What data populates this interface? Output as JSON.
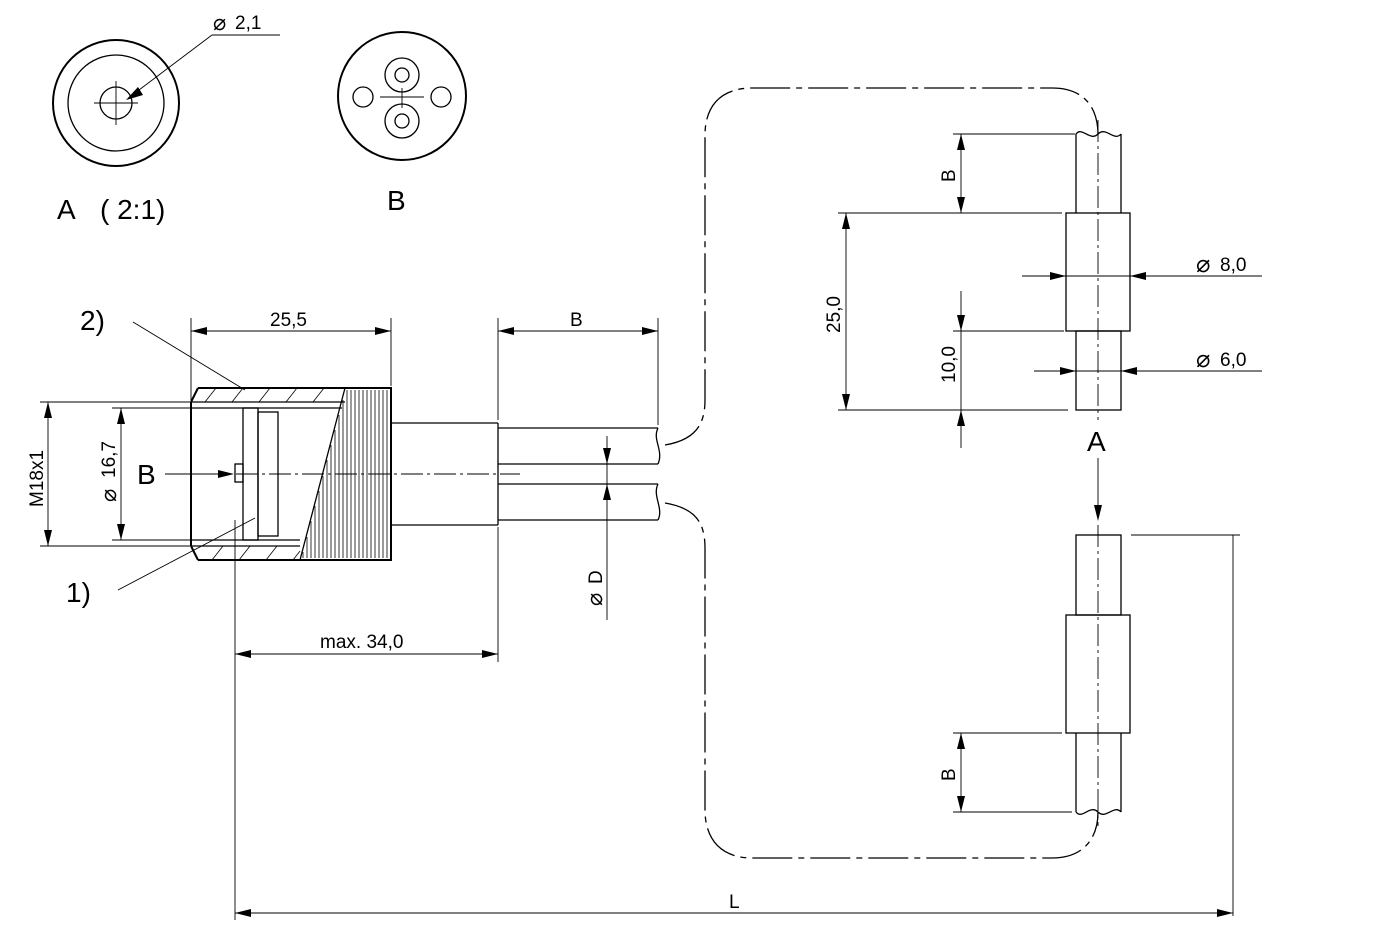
{
  "views": {
    "a_title": "A",
    "a_scale": "( 2:1)",
    "b_title": "B",
    "hole_dia": "2,1"
  },
  "main": {
    "length_nut": "25,5",
    "length_b": "B",
    "thread": "M18x1",
    "inner_dia": "16,7",
    "view_b_marker": "B",
    "cable_dia": "D",
    "max_length": "max. 34,0",
    "total_length": "L",
    "callout_1": "1)",
    "callout_2": "2)"
  },
  "detail": {
    "dim_b_top": "B",
    "dim_b_bottom": "B",
    "len_25": "25,0",
    "len_10": "10,0",
    "dia_8": "8,0",
    "dia_6": "6,0",
    "view_a_marker": "A"
  }
}
